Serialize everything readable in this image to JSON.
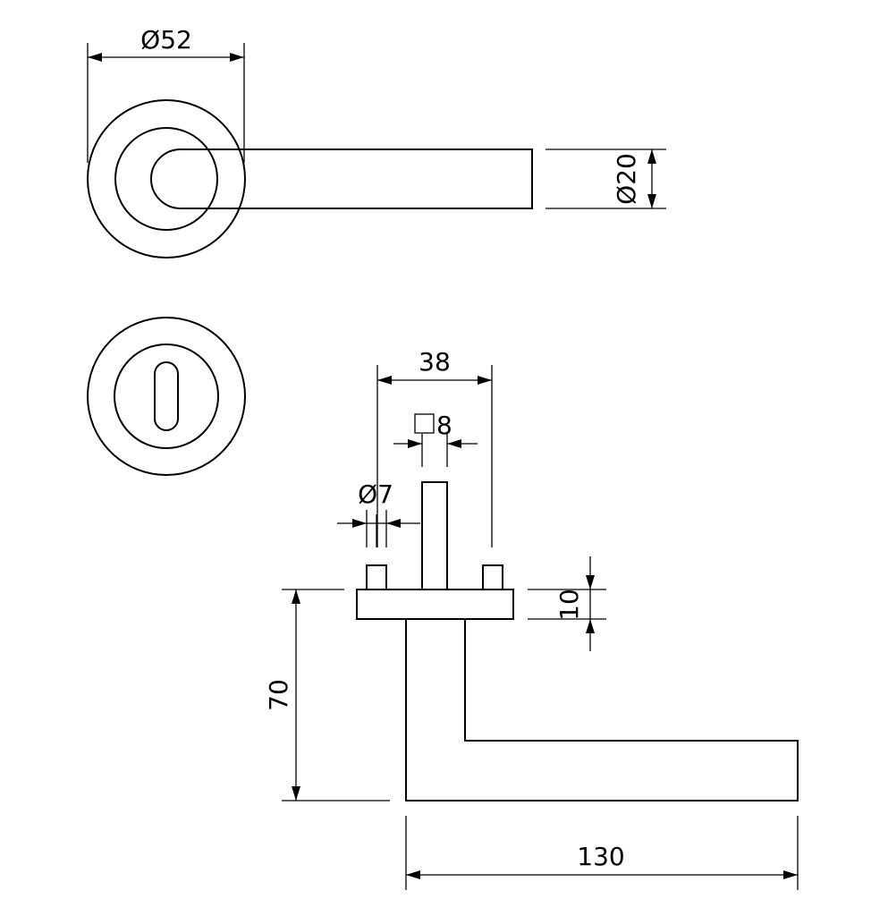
{
  "dimensions": {
    "rose_diameter": "Ø52",
    "lever_diameter": "Ø20",
    "base_width": "38",
    "spindle_square": "8",
    "pin_diameter": "Ø7",
    "rose_thickness": "10",
    "lever_height": "70",
    "lever_length": "130"
  },
  "colors": {
    "line": "#000000",
    "background": "#ffffff"
  }
}
